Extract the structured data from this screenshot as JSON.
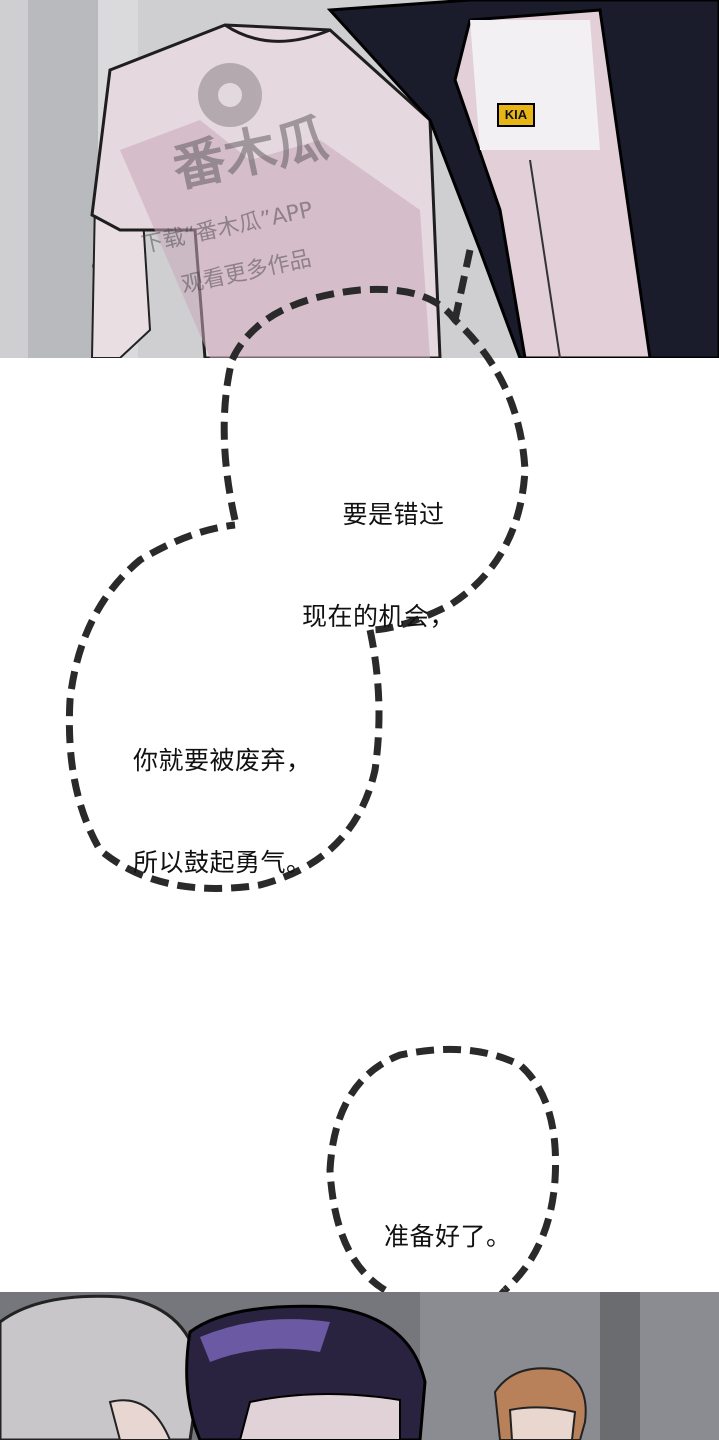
{
  "top_panel": {
    "jacket_patch": "KIA",
    "watermark": {
      "brand": "番木瓜",
      "line1": "下载“番木瓜”APP",
      "line2": "观看更多作品"
    }
  },
  "bubbles": [
    {
      "line1": "要是错过",
      "line2": "现在的机会，"
    },
    {
      "line1": "你就要被废弃，",
      "line2": "所以鼓起勇气。"
    },
    {
      "line1": "准备好了。"
    }
  ],
  "colors": {
    "panel_top_bg": "#c9c9cc",
    "shirt": "#e6d8df",
    "jacket": "#1a1c2c",
    "patch": "#e8b517",
    "panel_bottom_bg": "#6f7177",
    "bubble_dash": "#2a2a2a"
  }
}
